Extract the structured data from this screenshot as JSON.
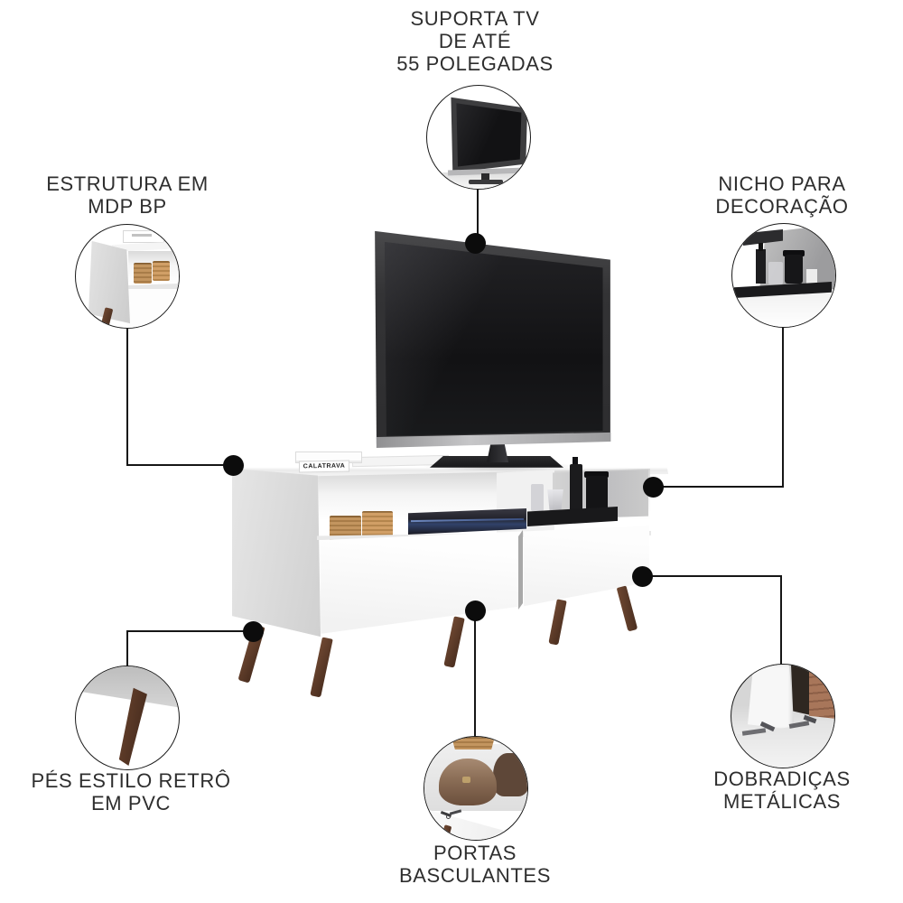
{
  "background": "#ffffff",
  "stroke_color": "#161616",
  "text_color": "#2e2e2e",
  "callouts": [
    {
      "id": "tv-size",
      "position": "top-center",
      "lines": [
        "SUPORTA TV",
        "DE ATÉ",
        "55 POLEGADAS"
      ]
    },
    {
      "id": "structure",
      "position": "top-left",
      "lines": [
        "ESTRUTURA EM",
        "MDP BP"
      ]
    },
    {
      "id": "decor-niche",
      "position": "top-right",
      "lines": [
        "NICHO PARA",
        "DECORAÇÃO"
      ]
    },
    {
      "id": "retro-feet",
      "position": "bottom-left",
      "lines": [
        "PÉS ESTILO RETRÔ",
        "EM PVC"
      ]
    },
    {
      "id": "flap-doors",
      "position": "bottom-center",
      "lines": [
        "PORTAS",
        "BASCULANTES"
      ]
    },
    {
      "id": "metal-hinges",
      "position": "bottom-right",
      "lines": [
        "DOBRADIÇAS",
        "METÁLICAS"
      ]
    }
  ],
  "product": {
    "description": "white retro TV stand with TV, books, wicker baskets, dvd player and black decor tray",
    "book_spine_text": "CALATRAVA",
    "colors": {
      "cabinet_white": "#fbfbfb",
      "side_panel_gray": "#d5d5d5",
      "niche_back_gray": "#c4c4c6",
      "tv_frame": "#3a3a3c",
      "tv_screen": "#131315",
      "legs_brown": "#5a3a28",
      "basket_wicker": "#bb8d58",
      "tray_black": "#1a1a1c"
    }
  }
}
